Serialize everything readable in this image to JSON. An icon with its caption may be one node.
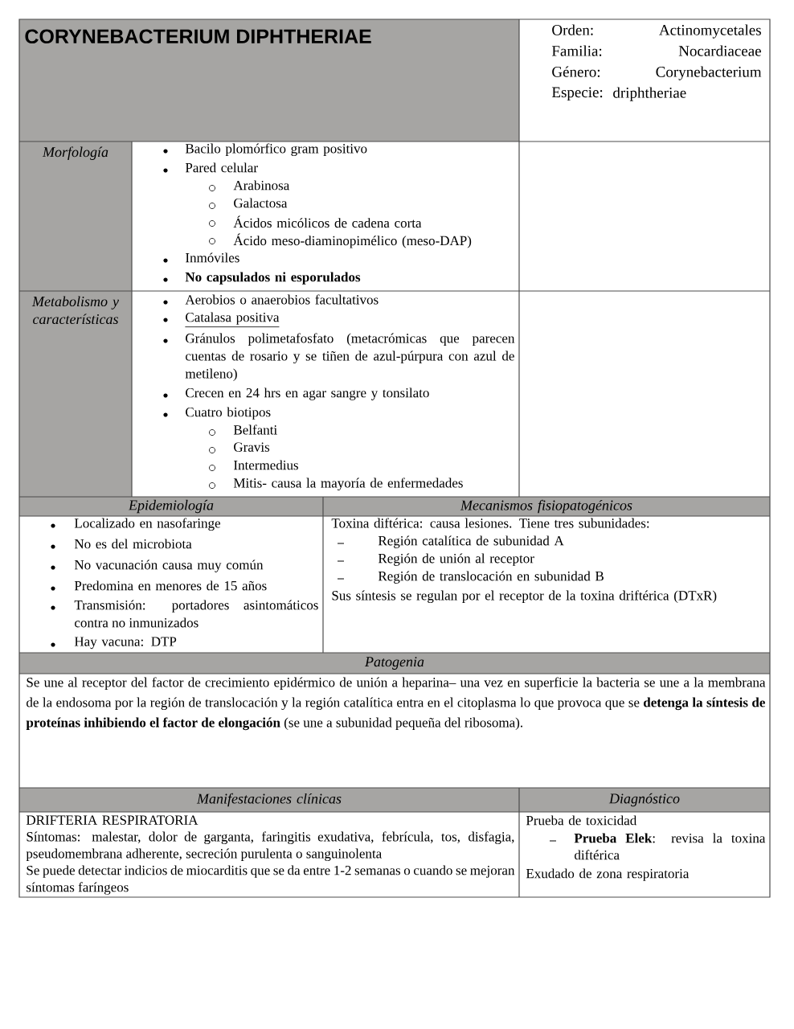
{
  "diagram": {
    "title": "CORYNEBACTERIUM DIPHTHERIAE",
    "labels": [
      "Orden:",
      "Actinomycetales",
      "Familia:",
      "Nocardiaceae",
      "Género:",
      "Corynebacterium",
      "Especie:",
      "driphtheriae",
      "Morfología",
      "Bacilo plomórfico gram positivo",
      "Pared celular",
      "Arabinosa",
      "Galactosa",
      "Ácidos micólicos de cadena corta",
      "Ácido meso-diaminopimélico (meso-DAP)",
      "Inmóviles",
      "No capsulados ni esporulados",
      "Metabolismo y características",
      "Aerobios o anaerobios facultativos",
      "Catalasa positiva",
      "Gránulos polimetafosfato (metacrómicas que parecen cuentas de rosario y se tiñen de azul-púrpura con azul de metileno)",
      "Crecen en 24 hrs en agar sangre y tonsilato",
      "Cuatro biotipos",
      "Belfanti",
      "Gravis",
      "Intermedius",
      "Mitis- causa la mayoría de enfermedades",
      "Epidemiología",
      "Mecanismos fisiopatogénicos",
      "Localizado en nasofaringe",
      "No es del microbiota",
      "No vacunación causa muy común",
      "Predomina en menores de 15 años",
      "Transmisión: portadores asintomáticos contra no inmunizados",
      "Hay vacuna: DTP",
      "Toxina diftérica: causa lesiones. Tiene tres subunidades:",
      "Región catalítica de subunidad A",
      "Región de unión al receptor",
      "Región de translocación en subunidad B",
      "Sus síntesis se regulan por el receptor de la toxina driftérica (DTxR)",
      "Patogenia",
      "Se une al receptor del factor de crecimiento epidérmico de unión a heparina– una vez en superficie la bacteria se une a la membrana de la endosoma por la región de translocación y la región catalítica entra en el citoplasma lo que provoca que se **detenga la síntesis de proteínas inhibiendo el factor de elongación** (se une a subunidad pequeña del ribosoma).",
      "Manifestaciones clínicas",
      "Diagnóstico",
      "DRIFTERIA RESPIRATORIA",
      "Síntomas: malestar, dolor de garganta, faringitis exudativa, febrícula, tos, disfagia, pseudomembrana adherente, secreción purulenta o sanguinolenta",
      "Se puede detectar indicios de miocarditis que se da entre 1-2 semanas o cuando se mejoran síntomas faríngeos",
      "Prueba de toxicidad",
      "**Prueba Elek**: revisa la toxina diftérica",
      "Exudado de zona respiratoria"
    ]
  }
}
